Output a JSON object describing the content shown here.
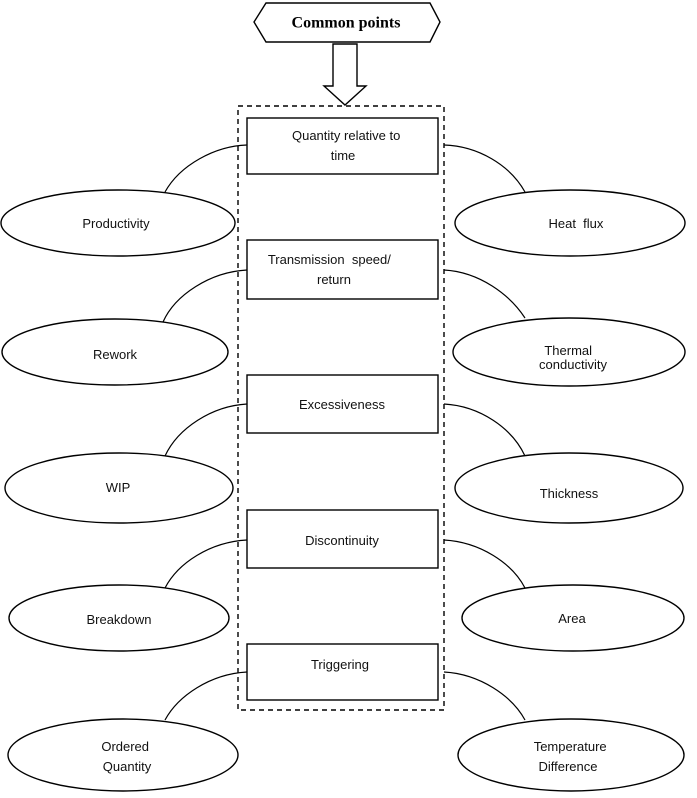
{
  "header": {
    "title": "Common points"
  },
  "rows": [
    {
      "center": [
        "Quantity relative to",
        "time"
      ],
      "left": [
        "Productivity"
      ],
      "right": [
        "Heat  flux"
      ]
    },
    {
      "center": [
        "Transmission  speed/",
        "return"
      ],
      "left": [
        "Rework"
      ],
      "right": [
        "Thermal",
        "conductivity"
      ]
    },
    {
      "center": [
        "Excessiveness"
      ],
      "left": [
        "WIP"
      ],
      "right": [
        "Thickness"
      ]
    },
    {
      "center": [
        "Discontinuity"
      ],
      "left": [
        "Breakdown"
      ],
      "right": [
        "Area"
      ]
    },
    {
      "center": [
        "Triggering"
      ],
      "left": [
        "Ordered",
        "Quantity"
      ],
      "right": [
        "Temperature",
        "Difference"
      ]
    }
  ]
}
